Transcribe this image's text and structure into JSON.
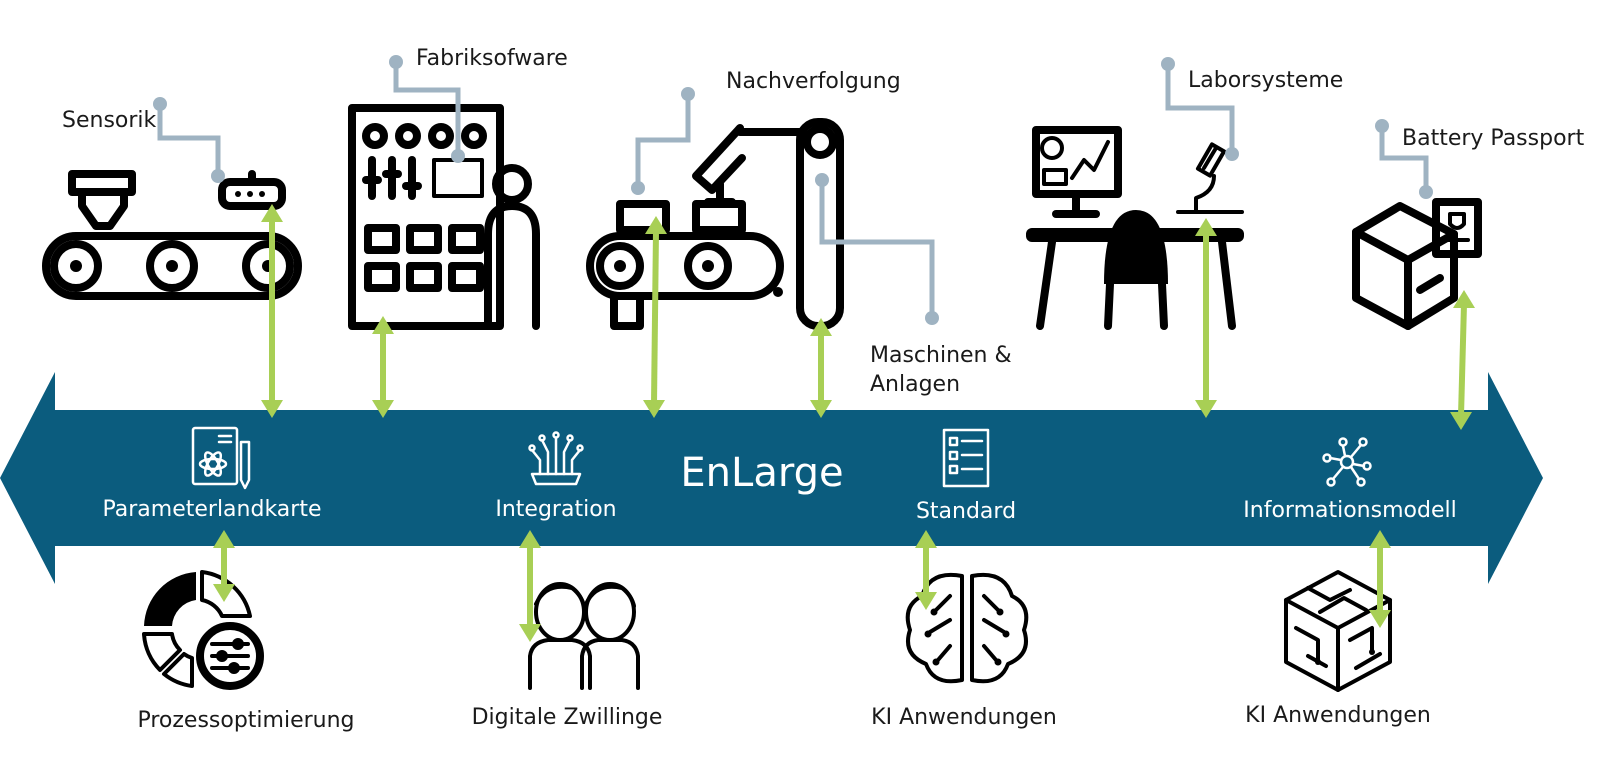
{
  "banner": {
    "title": "EnLarge",
    "color": "#0b5c7e",
    "nodes": [
      {
        "label": "Parameterlandkarte",
        "icon": "document-atom-pen-icon"
      },
      {
        "label": "Integration",
        "icon": "circuit-chip-icon"
      },
      {
        "label": "Standard",
        "icon": "checklist-document-icon"
      },
      {
        "label": "Informationsmodell",
        "icon": "network-graph-icon"
      }
    ]
  },
  "top_sources": [
    {
      "label": "Sensorik",
      "icon": "conveyor-sensor-icon"
    },
    {
      "label": "Fabriksofware",
      "icon": "factory-control-panel-icon"
    },
    {
      "label": "Nachverfolgung",
      "icon": "robot-arm-conveyor-icon"
    },
    {
      "label": "Maschinen &",
      "label2": "Anlagen",
      "icon": "machine-icon"
    },
    {
      "label": "Laborsysteme",
      "icon": "lab-desk-microscope-icon"
    },
    {
      "label": "Battery Passport",
      "icon": "box-passport-icon"
    }
  ],
  "bottom_applications": [
    {
      "label": "Prozessoptimierung",
      "icon": "process-gauge-sliders-icon"
    },
    {
      "label": "Digitale Zwillinge",
      "icon": "twins-people-icon"
    },
    {
      "label": "KI Anwendungen",
      "icon": "ai-brain-icon"
    },
    {
      "label": "KI Anwendungen",
      "icon": "ai-cube-circuit-icon"
    }
  ],
  "colors": {
    "arrow_green": "#a8cf55",
    "connector_gray": "#9fb3c2",
    "icon_black": "#000000"
  }
}
